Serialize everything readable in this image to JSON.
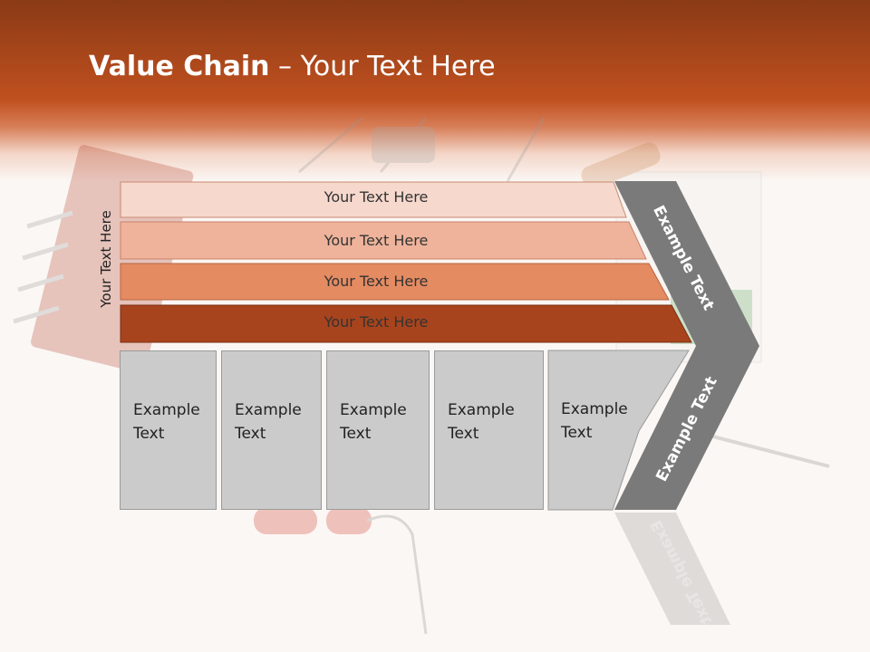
{
  "title": {
    "bold": "Value Chain",
    "rest": " – Your Text Here"
  },
  "side_label": "Your Text Here",
  "bars": [
    {
      "label": "Your Text Here",
      "color": "#f6d8cc"
    },
    {
      "label": "Your Text Here",
      "color": "#eeb39a"
    },
    {
      "label": "Your Text Here",
      "color": "#e48b62"
    },
    {
      "label": "Your Text Here",
      "color": "#a8441d"
    }
  ],
  "boxes": [
    {
      "line1": "Example",
      "line2": "Text"
    },
    {
      "line1": "Example",
      "line2": "Text"
    },
    {
      "line1": "Example",
      "line2": "Text"
    },
    {
      "line1": "Example",
      "line2": "Text"
    },
    {
      "line1": "Example",
      "line2": "Text"
    }
  ],
  "chevron": {
    "top_label": "Example Text",
    "bottom_label": "Example Text",
    "color": "#7a7a7a"
  }
}
